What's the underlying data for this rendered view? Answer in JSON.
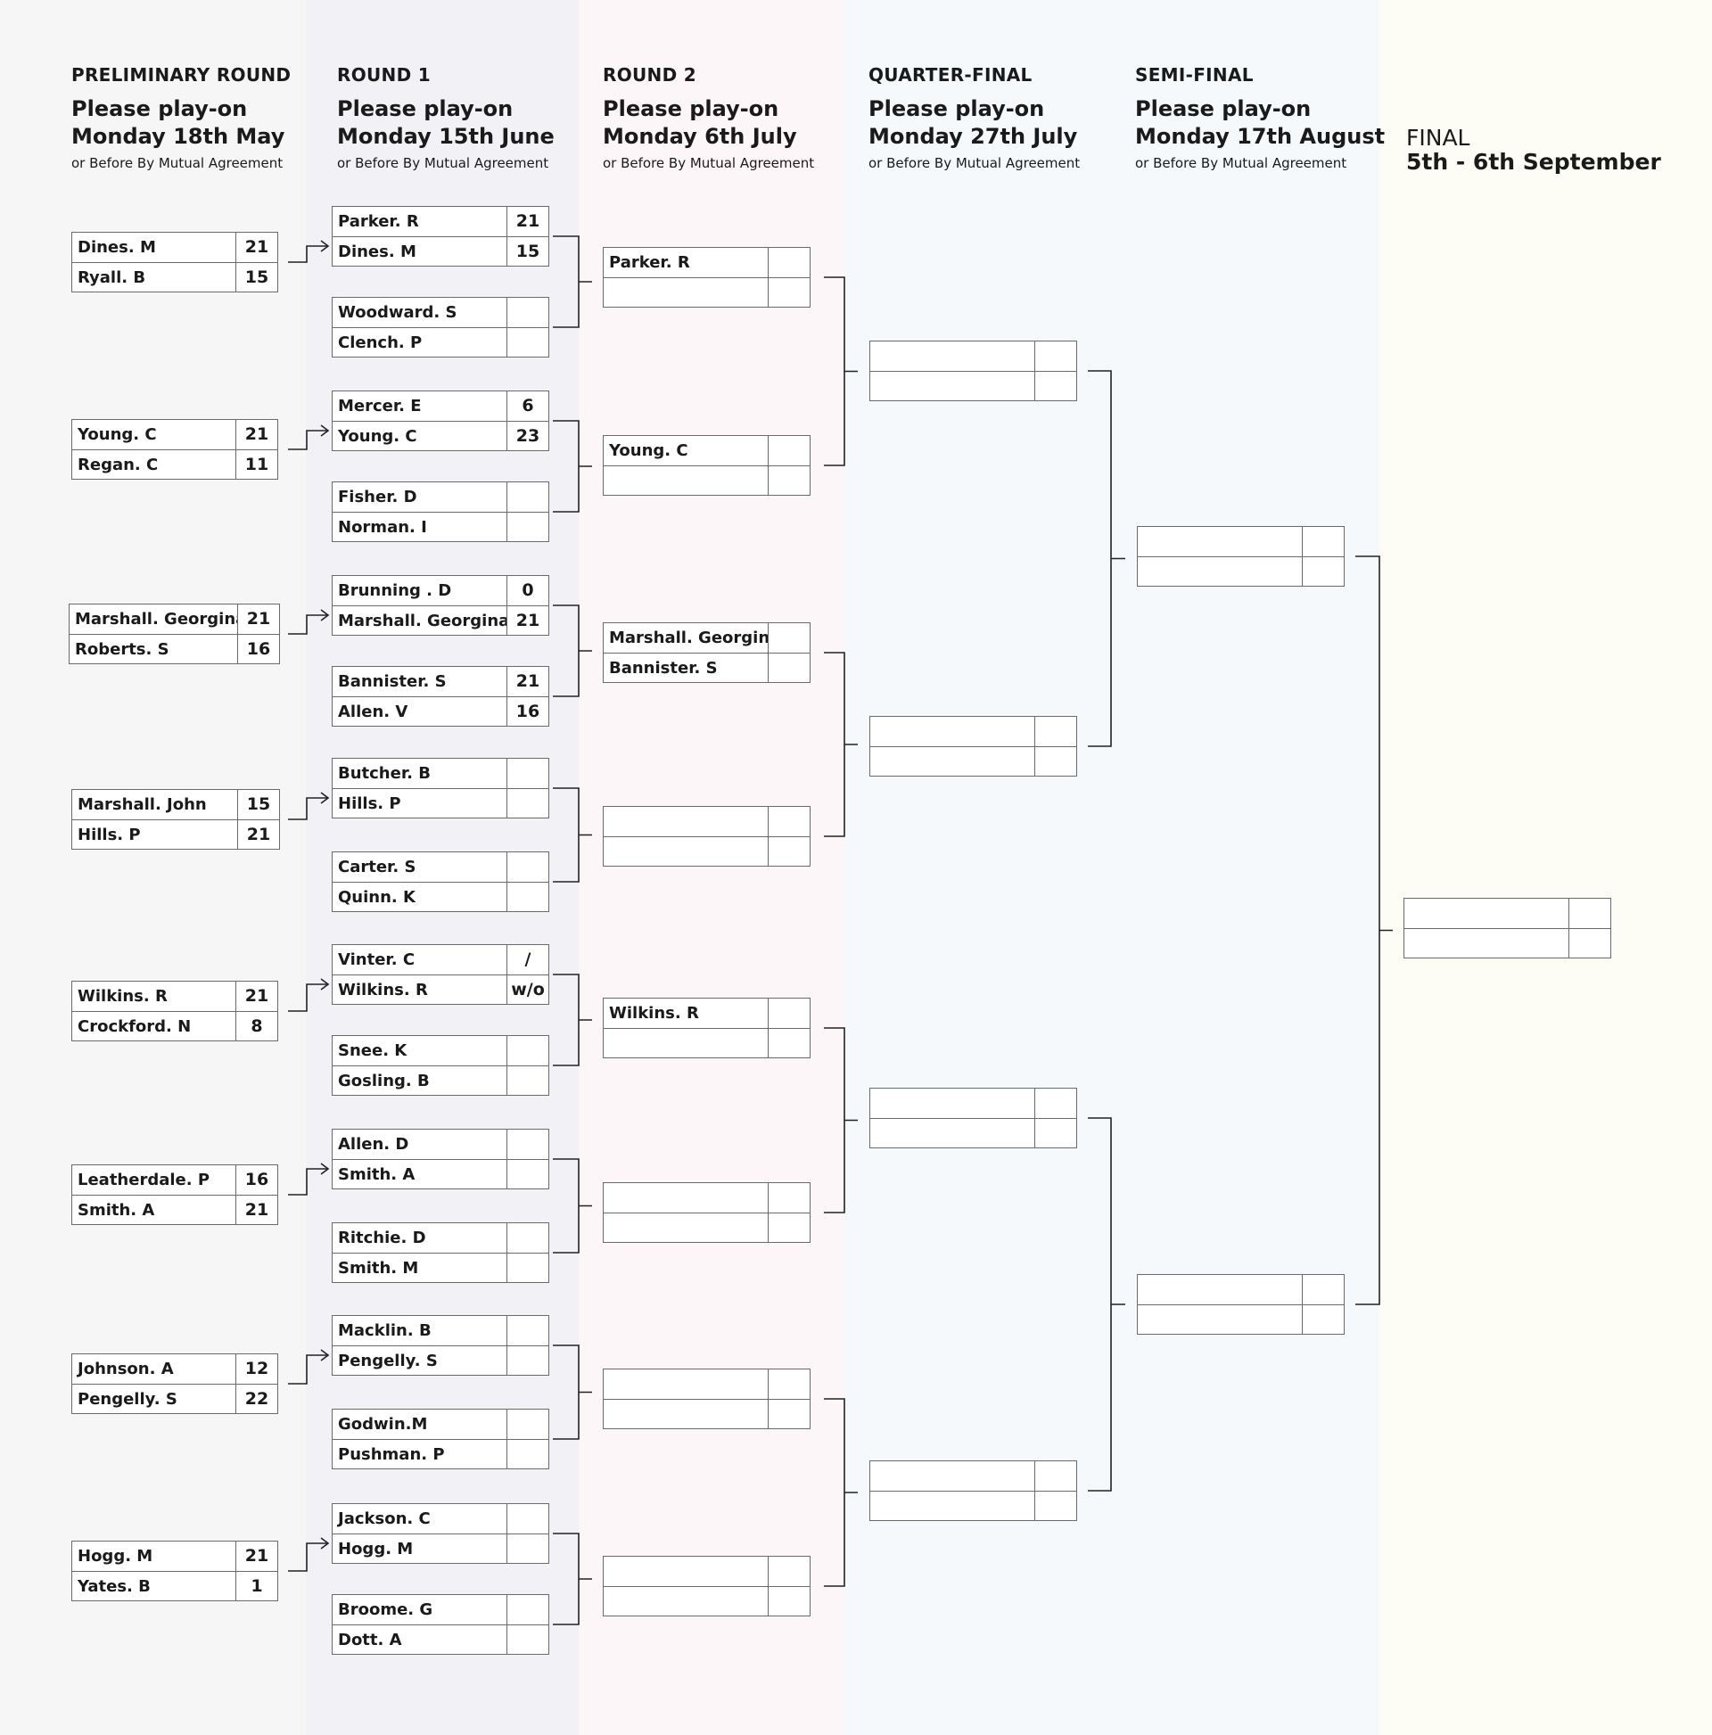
{
  "colors": {
    "band_preliminary": "#f6f6f6",
    "band_round1": "#f1f1f6",
    "band_round2": "#fcf6f9",
    "band_quarter": "#f5f9fc",
    "band_semi": "#f5f9fc",
    "band_final": "#fdfdf6",
    "line": "#222222",
    "box_border": "#6a6a6a"
  },
  "rounds": [
    {
      "id": "preliminary",
      "name": "PRELIMINARY ROUND",
      "date_line1": "Please play-on",
      "date_line2": "Monday 18th May",
      "note": "or Before By Mutual Agreement"
    },
    {
      "id": "round1",
      "name": "ROUND 1",
      "date_line1": "Please play-on",
      "date_line2": "Monday 15th June",
      "note": "or Before By Mutual Agreement"
    },
    {
      "id": "round2",
      "name": "ROUND 2",
      "date_line1": "Please play-on",
      "date_line2": "Monday 6th July",
      "note": "or Before By Mutual Agreement"
    },
    {
      "id": "quarter",
      "name": "QUARTER-FINAL",
      "date_line1": "Please play-on",
      "date_line2": "Monday 27th July",
      "note": "or Before By Mutual Agreement"
    },
    {
      "id": "semi",
      "name": "SEMI-FINAL",
      "date_line1": "Please play-on",
      "date_line2": "Monday 17th August",
      "note": "or Before By Mutual Agreement"
    }
  ],
  "final": {
    "title": "FINAL",
    "date": "5th - 6th September"
  },
  "preliminary": [
    {
      "p1": "Dines. M",
      "s1": "21",
      "p2": "Ryall. B",
      "s2": "15"
    },
    {
      "p1": "Young. C",
      "s1": "21",
      "p2": "Regan. C",
      "s2": "11"
    },
    {
      "p1": "Marshall. Georgina",
      "s1": "21",
      "p2": "Roberts. S",
      "s2": "16"
    },
    {
      "p1": "Marshall. John",
      "s1": "15",
      "p2": "Hills. P",
      "s2": "21"
    },
    {
      "p1": "Wilkins. R",
      "s1": "21",
      "p2": "Crockford. N",
      "s2": "8"
    },
    {
      "p1": "Leatherdale. P",
      "s1": "16",
      "p2": "Smith. A",
      "s2": "21"
    },
    {
      "p1": "Johnson. A",
      "s1": "12",
      "p2": "Pengelly. S",
      "s2": "22"
    },
    {
      "p1": "Hogg. M",
      "s1": "21",
      "p2": "Yates. B",
      "s2": "1"
    }
  ],
  "round1": [
    {
      "p1": "Parker. R",
      "s1": "21",
      "p2": "Dines. M",
      "s2": "15"
    },
    {
      "p1": "Woodward. S",
      "s1": "",
      "p2": "Clench. P",
      "s2": ""
    },
    {
      "p1": "Mercer. E",
      "s1": "6",
      "p2": "Young. C",
      "s2": "23"
    },
    {
      "p1": "Fisher. D",
      "s1": "",
      "p2": "Norman. I",
      "s2": ""
    },
    {
      "p1": "Brunning . D",
      "s1": "0",
      "p2": "Marshall. Georgina",
      "s2": "21"
    },
    {
      "p1": "Bannister. S",
      "s1": "21",
      "p2": "Allen. V",
      "s2": "16"
    },
    {
      "p1": "Butcher. B",
      "s1": "",
      "p2": "Hills. P",
      "s2": ""
    },
    {
      "p1": "Carter. S",
      "s1": "",
      "p2": "Quinn. K",
      "s2": ""
    },
    {
      "p1": "Vinter. C",
      "s1": "/",
      "p2": "Wilkins. R",
      "s2": "w/o"
    },
    {
      "p1": "Snee. K",
      "s1": "",
      "p2": "Gosling. B",
      "s2": ""
    },
    {
      "p1": "Allen. D",
      "s1": "",
      "p2": "Smith. A",
      "s2": ""
    },
    {
      "p1": "Ritchie. D",
      "s1": "",
      "p2": "Smith. M",
      "s2": ""
    },
    {
      "p1": "Macklin. B",
      "s1": "",
      "p2": "Pengelly. S",
      "s2": ""
    },
    {
      "p1": "Godwin.M",
      "s1": "",
      "p2": "Pushman. P",
      "s2": ""
    },
    {
      "p1": "Jackson. C",
      "s1": "",
      "p2": "Hogg. M",
      "s2": ""
    },
    {
      "p1": "Broome. G",
      "s1": "",
      "p2": "Dott. A",
      "s2": ""
    }
  ],
  "round2": [
    {
      "p1": "Parker. R",
      "s1": "",
      "p2": "",
      "s2": ""
    },
    {
      "p1": "Young. C",
      "s1": "",
      "p2": "",
      "s2": ""
    },
    {
      "p1": "Marshall. Georgina",
      "s1": "",
      "p2": "Bannister. S",
      "s2": ""
    },
    {
      "p1": "",
      "s1": "",
      "p2": "",
      "s2": ""
    },
    {
      "p1": "Wilkins. R",
      "s1": "",
      "p2": "",
      "s2": ""
    },
    {
      "p1": "",
      "s1": "",
      "p2": "",
      "s2": ""
    },
    {
      "p1": "",
      "s1": "",
      "p2": "",
      "s2": ""
    },
    {
      "p1": "",
      "s1": "",
      "p2": "",
      "s2": ""
    }
  ],
  "quarter": [
    {
      "p1": "",
      "s1": "",
      "p2": "",
      "s2": ""
    },
    {
      "p1": "",
      "s1": "",
      "p2": "",
      "s2": ""
    },
    {
      "p1": "",
      "s1": "",
      "p2": "",
      "s2": ""
    },
    {
      "p1": "",
      "s1": "",
      "p2": "",
      "s2": ""
    }
  ],
  "semi": [
    {
      "p1": "",
      "s1": "",
      "p2": "",
      "s2": ""
    },
    {
      "p1": "",
      "s1": "",
      "p2": "",
      "s2": ""
    }
  ],
  "final_match": [
    {
      "p1": "",
      "s1": "",
      "p2": "",
      "s2": ""
    }
  ]
}
